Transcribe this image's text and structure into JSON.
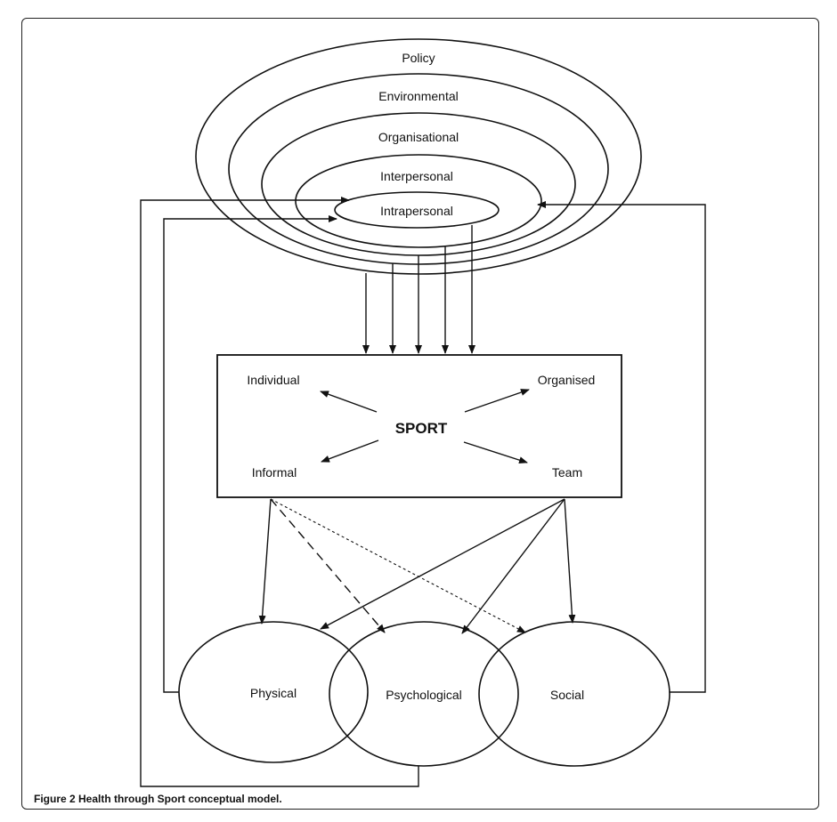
{
  "levels": {
    "policy": "Policy",
    "environmental": "Environmental",
    "organisational": "Organisational",
    "interpersonal": "Interpersonal",
    "intrapersonal": "Intrapersonal"
  },
  "sport_box": {
    "title": "SPORT",
    "individual": "Individual",
    "organised": "Organised",
    "informal": "Informal",
    "team": "Team"
  },
  "outcomes": {
    "physical": "Physical",
    "psychological": "Psychological",
    "social": "Social"
  },
  "caption": "Figure 2 Health through Sport conceptual model."
}
